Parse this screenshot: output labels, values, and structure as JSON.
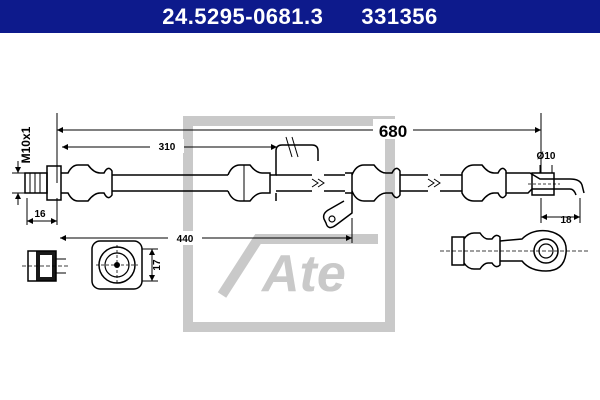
{
  "header": {
    "part_number": "24.5295-0681.3",
    "reference_number": "331356",
    "background": "#0d1a8c",
    "text_color": "#ffffff"
  },
  "dimensions": {
    "total_length": "680",
    "length_to_bracket": "310",
    "length_to_second_bracket": "440",
    "thread": "M10x1",
    "fitting_length": "16",
    "bore_diameter": "Ø10",
    "end_offset": "18",
    "block_height": "17"
  },
  "watermark": {
    "brand": "Ate",
    "color": "#c9c9c9"
  }
}
